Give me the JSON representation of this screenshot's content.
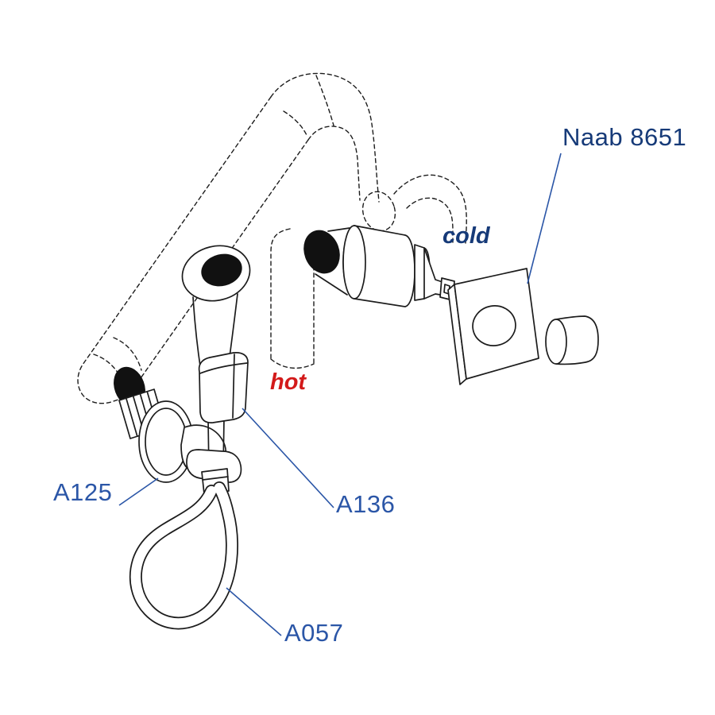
{
  "canvas": {
    "background": "#ffffff",
    "line_color": "#1c1c1c",
    "leader_color": "#2b56a7"
  },
  "labels": {
    "model": {
      "text": "Naab 8651",
      "color": "#163a78"
    },
    "cold": {
      "text": "cold",
      "color": "#163a78"
    },
    "hot": {
      "text": "hot",
      "color": "#d31a1a"
    },
    "valve": {
      "text": "A125",
      "color": "#2b56a7"
    },
    "holder": {
      "text": "A136",
      "color": "#2b56a7"
    },
    "hose": {
      "text": "A057",
      "color": "#2b56a7"
    }
  }
}
